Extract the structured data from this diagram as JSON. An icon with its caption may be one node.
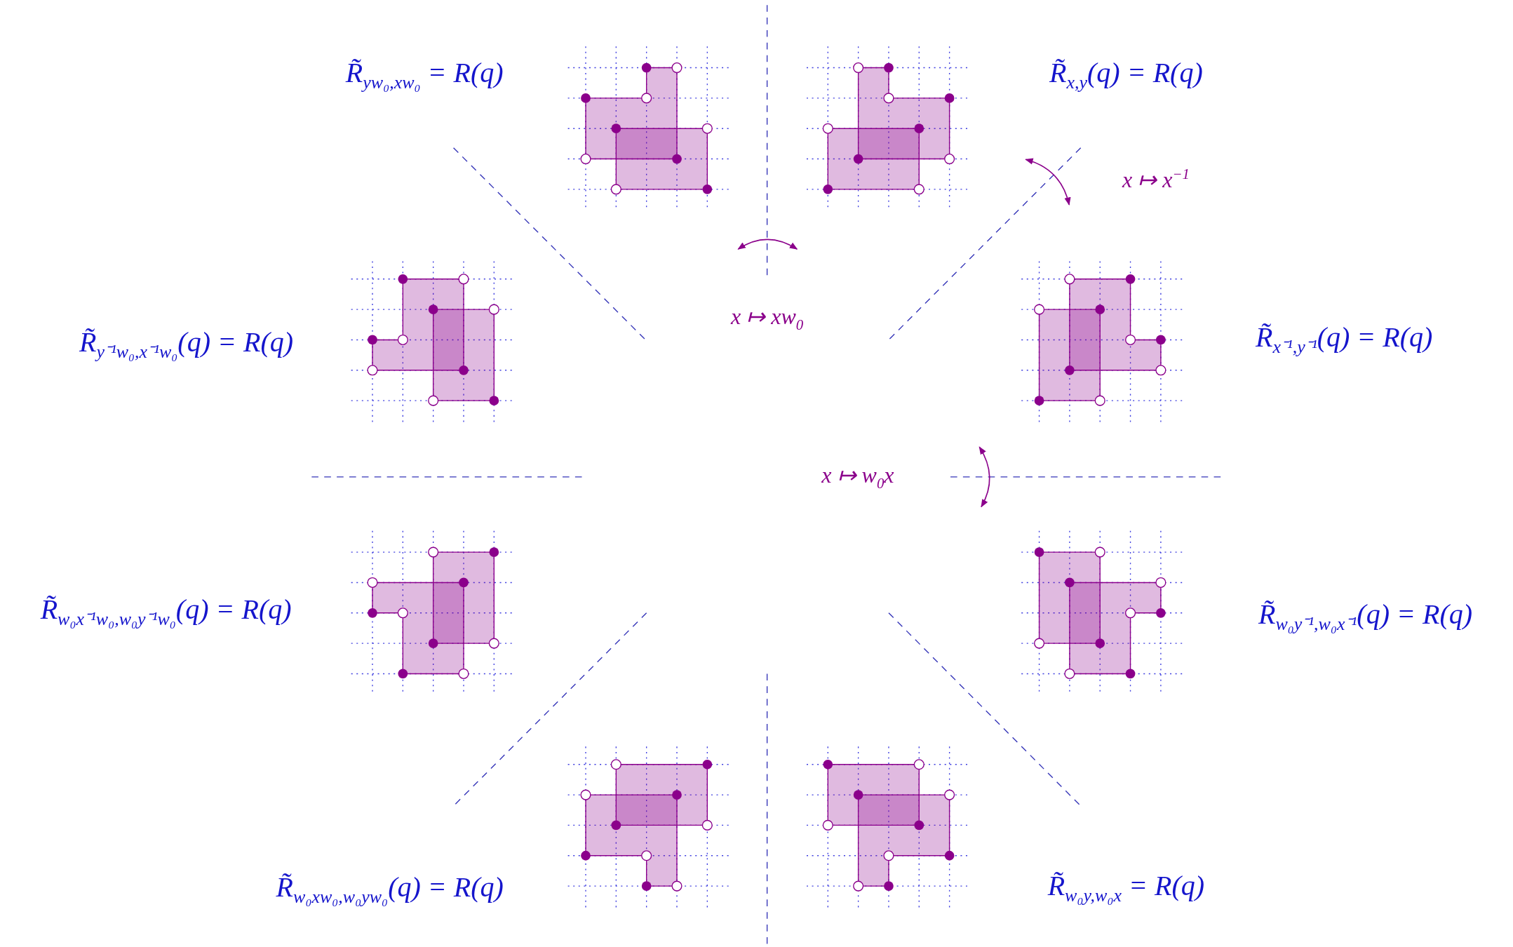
{
  "diagram": {
    "labels": [
      "R̃$_{yw₀,xw₀}$ = R(q)",
      "R̃$_{x,y}$(q) = R(q)",
      "x ↦ x$^{−1}$",
      "x ↦ xw$_{0}$",
      "R̃$_{y⁻¹w₀,x⁻¹w₀}$(q) = R(q)",
      "R̃$_{x⁻¹,y⁻¹}$(q) = R(q)",
      "x ↦ w$_{0}$x",
      "R̃$_{w₀x⁻¹w₀,w₀y⁻¹w₀}$(q) = R(q)",
      "R̃$_{w₀y⁻¹,w₀x⁻¹}$(q) = R(q)",
      "R̃$_{w₀xw₀,w₀yw₀}$(q) = R(q)",
      "R̃$_{w₀y,w₀x}$ = R(q)"
    ]
  }
}
